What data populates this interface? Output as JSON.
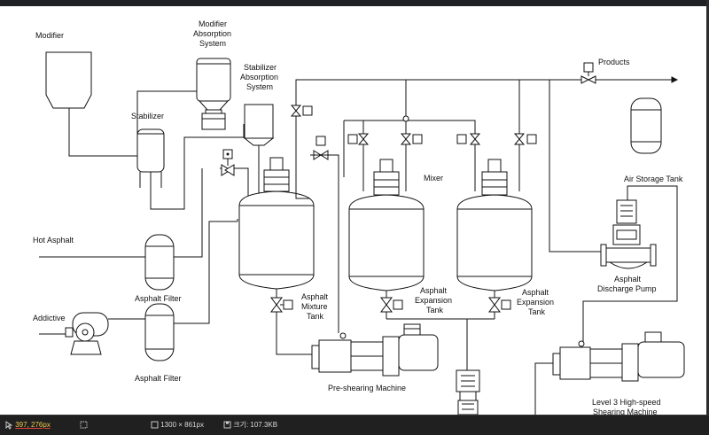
{
  "diagram": {
    "labels": {
      "modifier": "Modifier",
      "modifier_absorption_1": "Modifier",
      "modifier_absorption_2": "Absorption",
      "modifier_absorption_3": "System",
      "stabilizer_absorption_1": "Stabilizer",
      "stabilizer_absorption_2": "Absorption",
      "stabilizer_absorption_3": "System",
      "stabilizer": "Stabilizer",
      "hot_asphalt": "Hot Asphalt",
      "asphalt_filter_top": "Asphalt Filter",
      "addictive": "Addictive",
      "asphalt_filter_bottom": "Asphalt Filter",
      "asphalt_mixture_tank_1": "Asphalt",
      "asphalt_mixture_tank_2": "Mixture",
      "asphalt_mixture_tank_3": "Tank",
      "mixer": "Mixer",
      "asphalt_expansion_tank_a_1": "Asphalt",
      "asphalt_expansion_tank_a_2": "Expansion",
      "asphalt_expansion_tank_a_3": "Tank",
      "asphalt_expansion_tank_b_1": "Asphalt",
      "asphalt_expansion_tank_b_2": "Expansion",
      "asphalt_expansion_tank_b_3": "Tank",
      "products": "Products",
      "air_storage_tank": "Air Storage Tank",
      "asphalt_discharge_pump_1": "Asphalt",
      "asphalt_discharge_pump_2": "Discharge  Pump",
      "pre_shearing_machine": "Pre-shearing Machine",
      "level3_1": "Level 3 High-speed",
      "level3_2": "Shearing Machine"
    }
  },
  "statusbar": {
    "cursor_position": "397, 276px",
    "image_size": "1300 × 861px",
    "file_size": "크기: 107.3KB"
  },
  "colors": {
    "line": "#111111",
    "accent_cursor": "#f2c94c",
    "underline": "#e0403a",
    "statusbar_bg": "#202020"
  }
}
